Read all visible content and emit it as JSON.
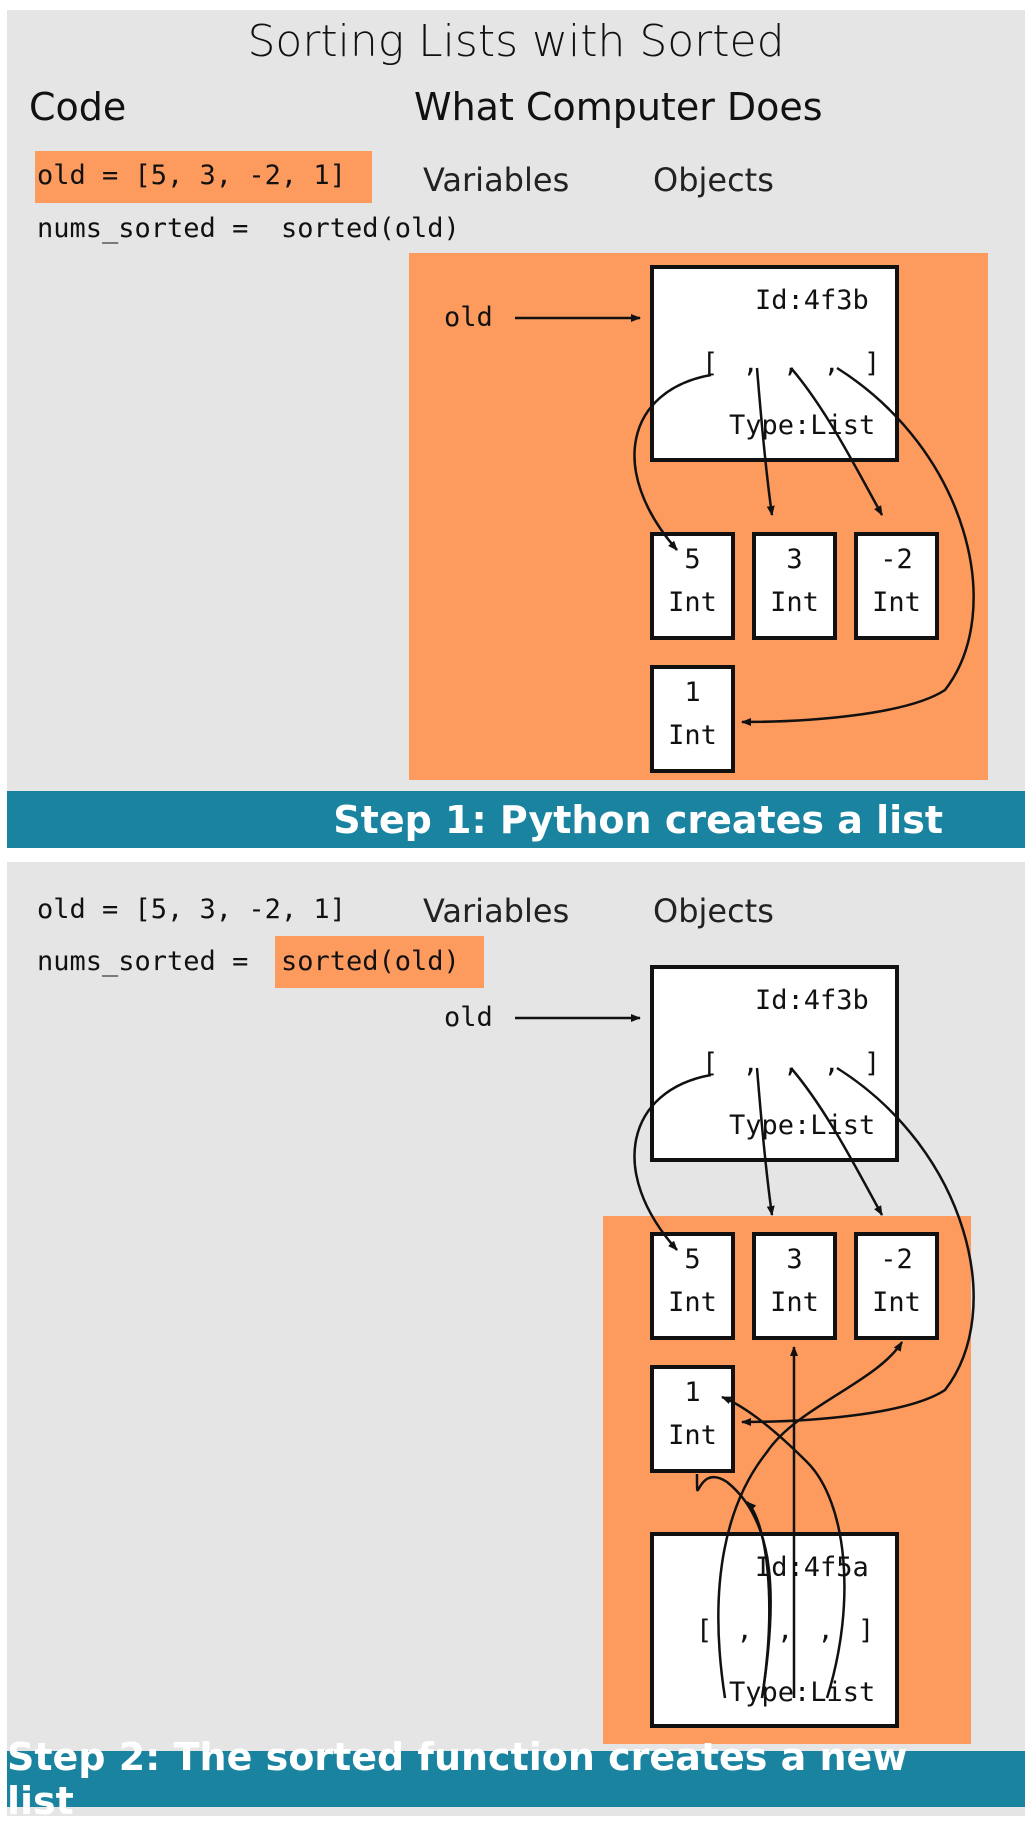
{
  "title": "Sorting Lists with Sorted",
  "headers": {
    "code": "Code",
    "computer": "What Computer Does"
  },
  "columns": {
    "variables": "Variables",
    "objects": "Objects"
  },
  "code_lines": [
    "old = [5, 3, -2, 1]",
    "nums_sorted = ",
    "sorted(old)"
  ],
  "variable_name": "old",
  "list_old": {
    "id": "Id:4f3b",
    "brackets": "[ , , , ]",
    "type": "Type:List"
  },
  "list_new": {
    "id": "Id:4f5a",
    "brackets": "[ , , , ]",
    "type": "Type:List"
  },
  "ints": [
    {
      "value": "5",
      "type": "Int"
    },
    {
      "value": "3",
      "type": "Int"
    },
    {
      "value": "-2",
      "type": "Int"
    },
    {
      "value": "1",
      "type": "Int"
    }
  ],
  "steps": [
    "Step 1: Python creates a list",
    "Step 2: The sorted function creates a new list"
  ],
  "colors": {
    "highlight": "#fd9a5e",
    "banner": "#1a83a0",
    "panel": "#e5e5e5"
  }
}
